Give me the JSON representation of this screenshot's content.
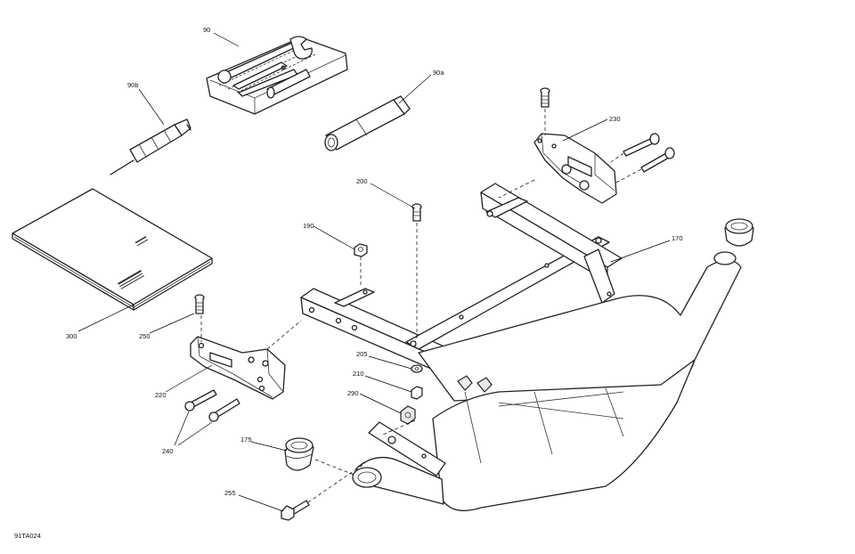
{
  "diagram": {
    "reference": "91TA024",
    "callouts": {
      "c90": "90",
      "c90a": "90a",
      "c90b": "90b",
      "c170": "170",
      "c175": "175",
      "c190": "190",
      "c200": "200",
      "c205": "205",
      "c210": "210",
      "c220": "220",
      "c230": "230",
      "c240": "240",
      "c250": "250",
      "c255": "255",
      "c290": "290",
      "c300": "300"
    }
  }
}
